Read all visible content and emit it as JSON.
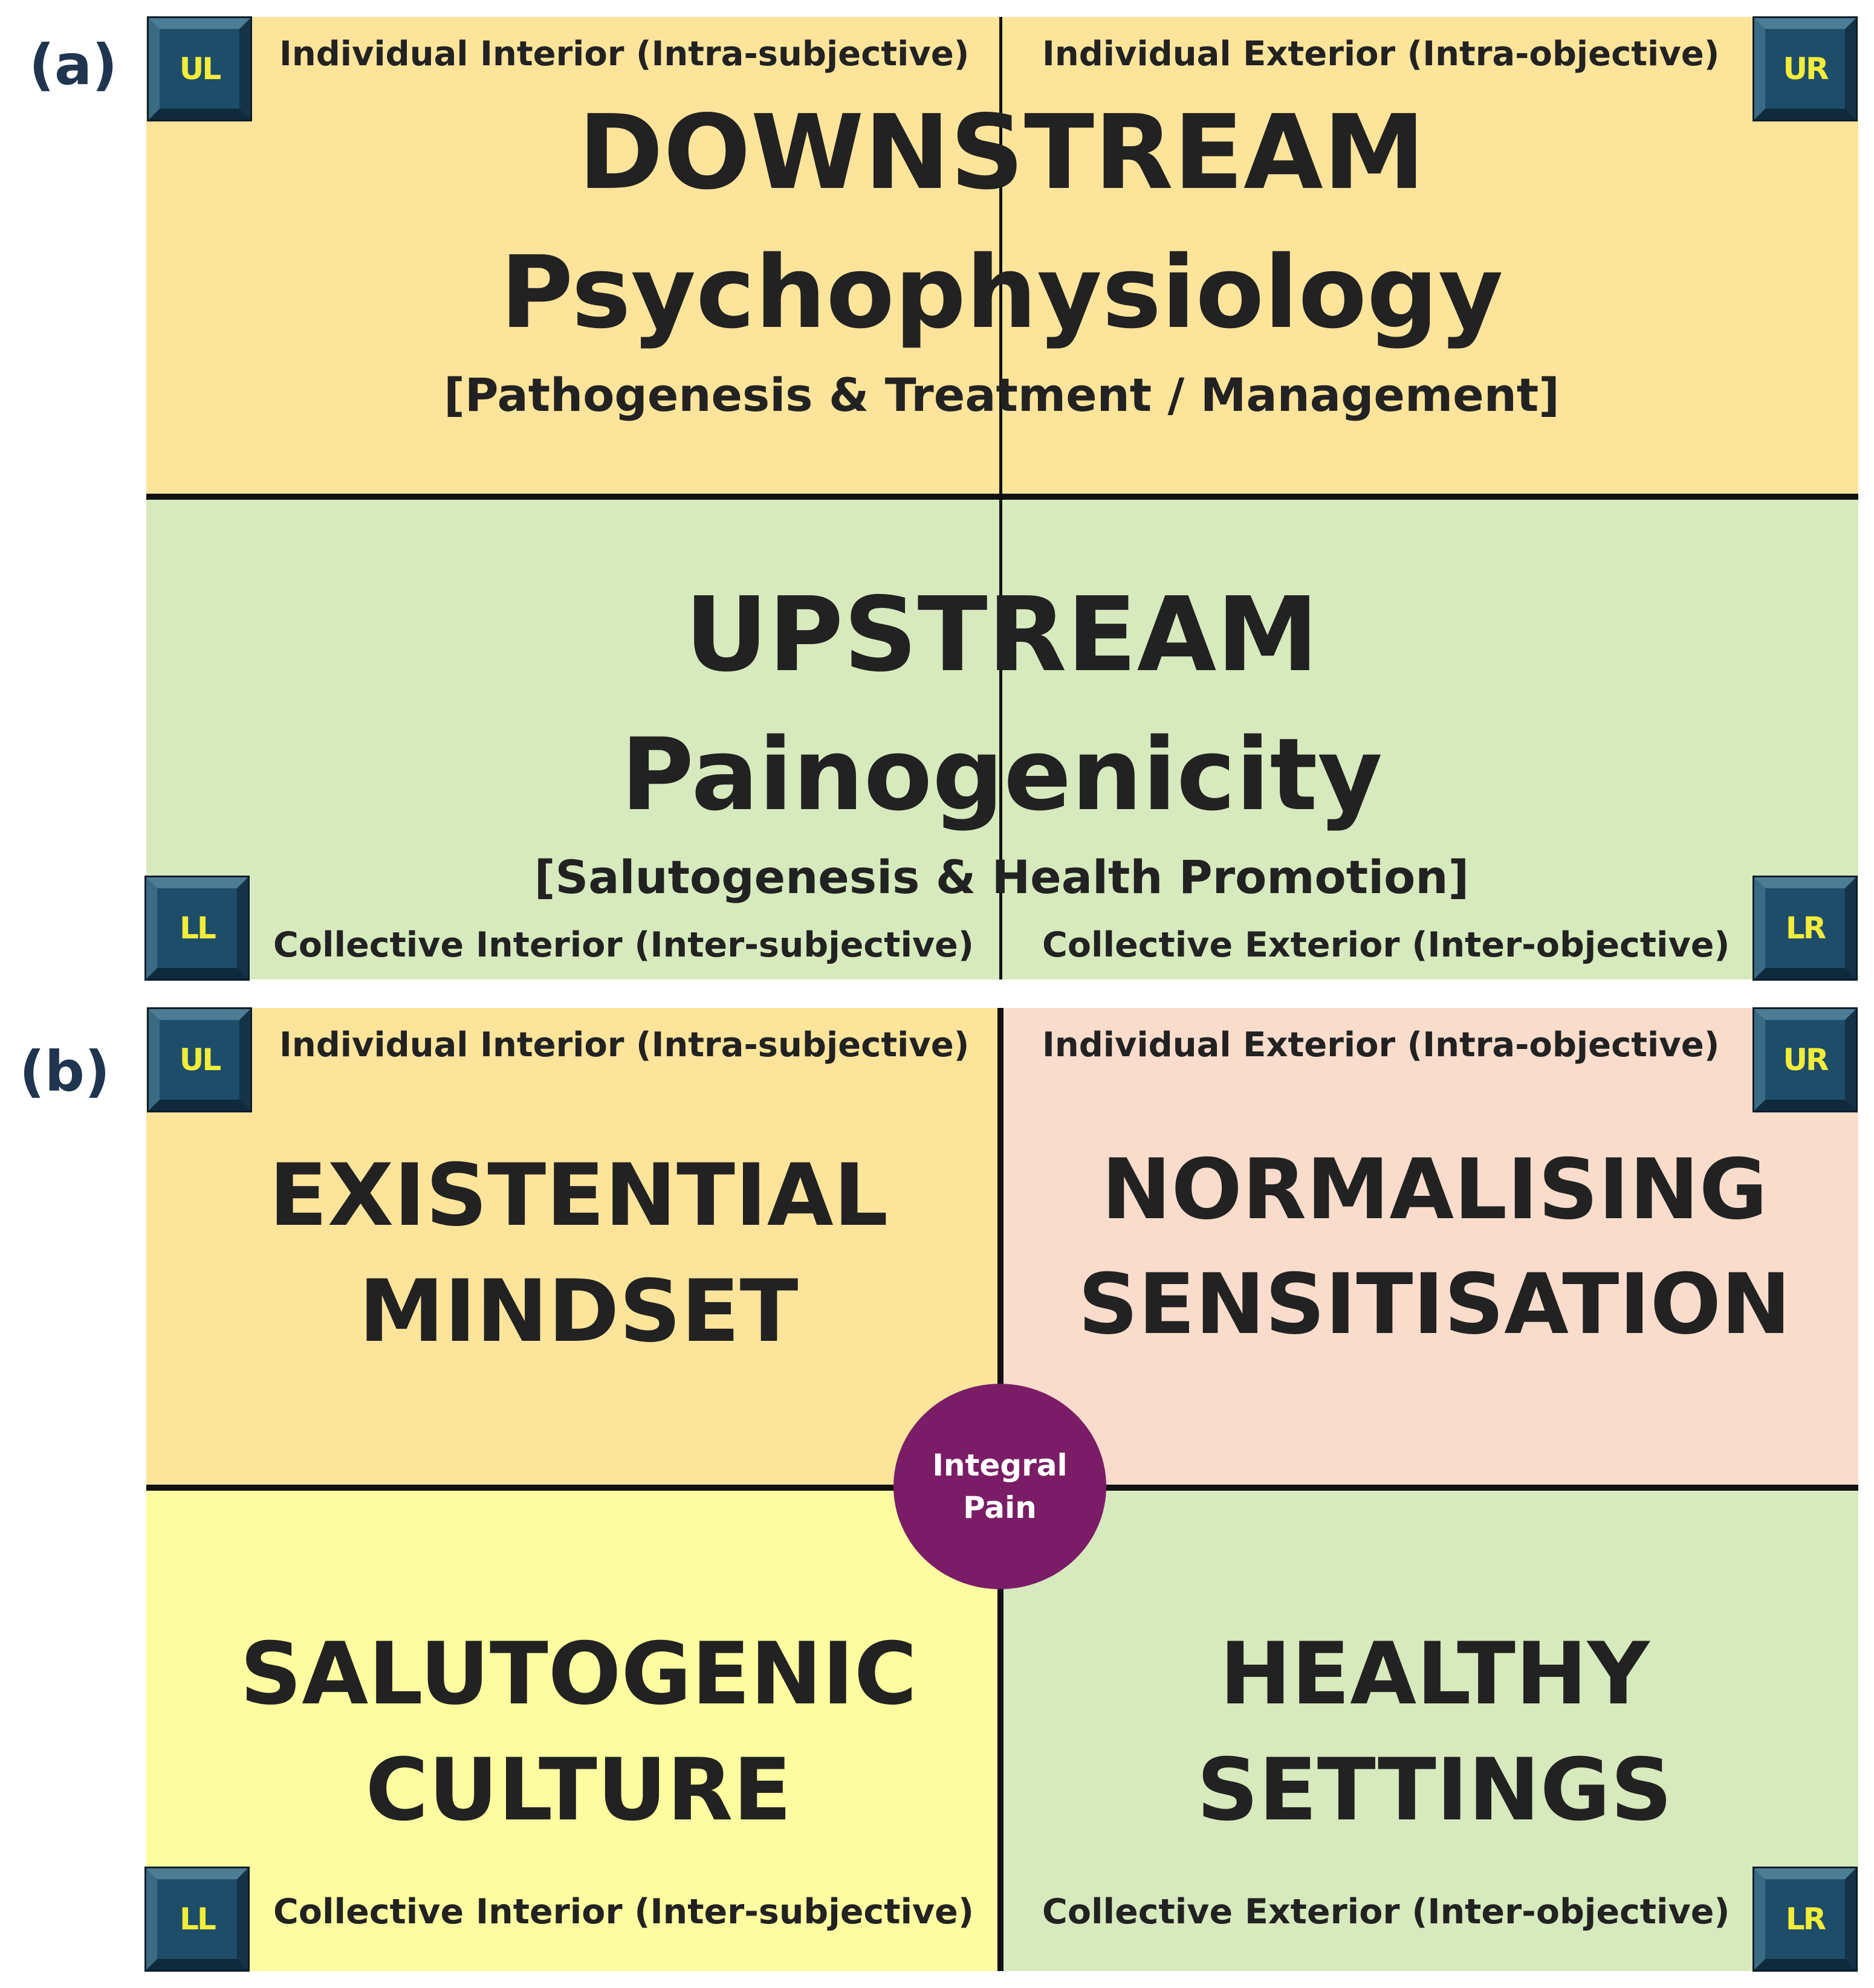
{
  "panel_a": {
    "label": "(a)",
    "badges": {
      "ul": "UL",
      "ur": "UR",
      "ll": "LL",
      "lr": "LR"
    },
    "quadrant_labels": {
      "ul": "Individual Interior (Intra-subjective)",
      "ur": "Individual Exterior (Intra-objective)",
      "ll": "Collective Interior (Inter-subjective)",
      "lr": "Collective Exterior (Inter-objective)"
    },
    "top": {
      "heading": "DOWNSTREAM",
      "subheading": "Psychophysiology",
      "note": "[Pathogenesis & Treatment / Management]"
    },
    "bottom": {
      "heading": "UPSTREAM",
      "subheading": "Painogenicity",
      "note": "[Salutogenesis & Health Promotion]"
    },
    "colors": {
      "top": "#fde49b",
      "bottom": "#d6eabd"
    }
  },
  "panel_b": {
    "label": "(b)",
    "badges": {
      "ul": "UL",
      "ur": "UR",
      "ll": "LL",
      "lr": "LR"
    },
    "quadrant_labels": {
      "ul": "Individual Interior (Intra-subjective)",
      "ur": "Individual Exterior (Intra-objective)",
      "ll": "Collective Interior (Inter-subjective)",
      "lr": "Collective Exterior (Inter-objective)"
    },
    "quadrants": {
      "ul": {
        "line1": "EXISTENTIAL",
        "line2": "MINDSET"
      },
      "ur": {
        "line1": "NORMALISING",
        "line2": "SENSITISATION"
      },
      "ll": {
        "line1": "SALUTOGENIC",
        "line2": "CULTURE"
      },
      "lr": {
        "line1": "HEALTHY",
        "line2": "SETTINGS"
      }
    },
    "center": {
      "line1": "Integral",
      "line2": "Pain"
    },
    "colors": {
      "ul": "#fde49b",
      "ur": "#f9dccb",
      "ll": "#fdfca0",
      "lr": "#d6eabd",
      "center": "#7a1d66"
    }
  }
}
